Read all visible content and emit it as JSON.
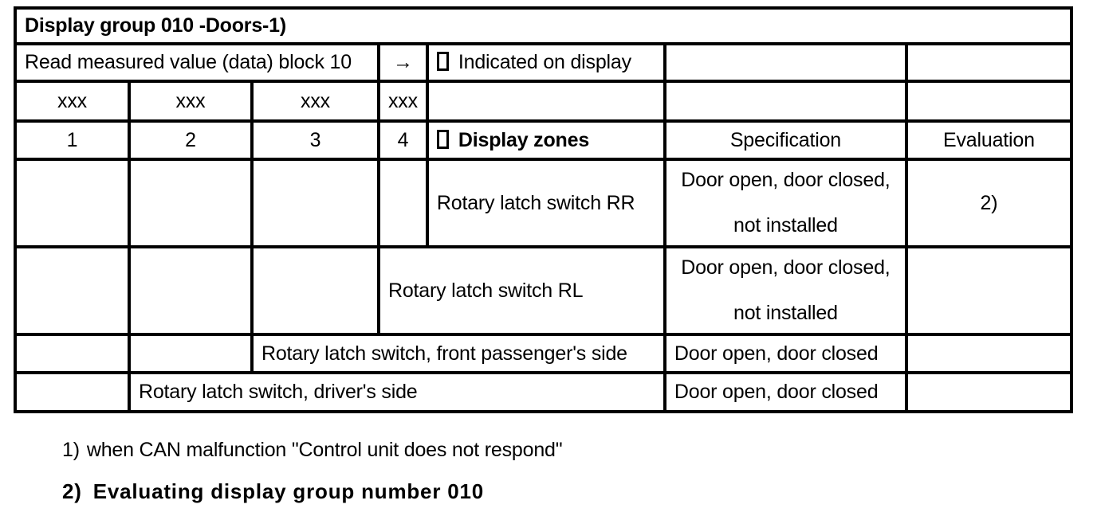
{
  "document": {
    "table": {
      "title": "Display group 010 -Doors-1)",
      "read_row": {
        "label": "Read measured value (data) block 10",
        "indicated_label": "Indicated on display"
      },
      "xxx_row": [
        "xxx",
        "xxx",
        "xxx",
        "xxx"
      ],
      "header_row": {
        "col1": "1",
        "col2": "2",
        "col3": "3",
        "col4": "4",
        "zones_label": "Display zones",
        "specification": "Specification",
        "evaluation": "Evaluation"
      },
      "zone_rows": [
        {
          "zone": "Rotary latch switch RR",
          "spec_lines": [
            "Door open, door closed,",
            "not installed"
          ],
          "evaluation": "2)"
        },
        {
          "zone": "Rotary latch switch RL",
          "spec_lines": [
            "Door open, door closed,",
            "not installed"
          ],
          "evaluation": ""
        },
        {
          "zone": "Rotary latch switch, front passenger's side",
          "spec": "Door open, door closed",
          "evaluation": ""
        },
        {
          "zone": "Rotary latch switch, driver's side",
          "spec": "Door open, door closed",
          "evaluation": ""
        }
      ]
    },
    "footnotes": [
      {
        "marker": "1)",
        "text": "when CAN malfunction \"Control unit does not respond\""
      },
      {
        "marker": "2)",
        "text": "Evaluating display group number 010"
      }
    ],
    "icons": {
      "arrow_right": "→",
      "placeholder_box": "□"
    }
  }
}
